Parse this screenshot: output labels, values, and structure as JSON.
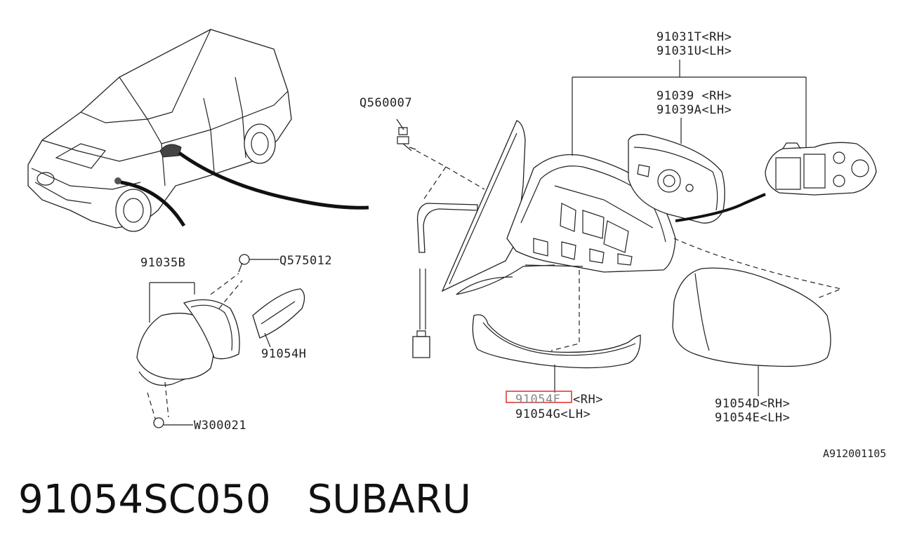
{
  "diagram": {
    "labels": {
      "p91031T": "91031T<RH>",
      "p91031U": "91031U<LH>",
      "p91039": "91039 <RH>",
      "p91039A": "91039A<LH>",
      "q560007": "Q560007",
      "p91035B": "91035B",
      "q575012": "Q575012",
      "p91054H": "91054H",
      "w300021": "W300021",
      "p91054F": "91054F",
      "p91054F_side": "<RH>",
      "p91054G": "91054G<LH>",
      "p91054D": "91054D<RH>",
      "p91054E": "91054E<LH>",
      "ref": "A912001105"
    },
    "highlight_color": "#e53935"
  },
  "caption": {
    "part_number": "91054SC050",
    "brand": "SUBARU"
  }
}
